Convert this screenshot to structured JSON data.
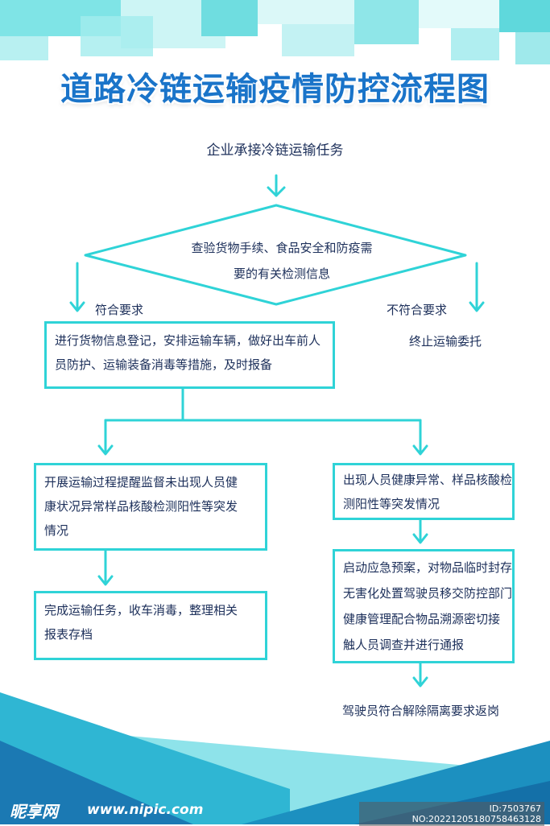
{
  "title": "道路冷链运输疫情防控流程图",
  "colors": {
    "title": "#1a74c9",
    "line": "#2fd3d7",
    "text": "#1c2f5a"
  },
  "flow": {
    "start": "企业承接冷链运输任务",
    "check": {
      "line1": "查验货物手续、食品安全和防疫需",
      "line2": "要的有关检测信息"
    },
    "yes_label": "符合要求",
    "no_label": "不符合要求",
    "terminate": "终止运输委托",
    "register": {
      "line1": "进行货物信息登记，安排运输车辆，做好出车前人",
      "line2": "员防护、运输装备消毒等措施，及时报备"
    },
    "monitor": {
      "line1": "开展运输过程提醒监督未出现人员健",
      "line2": "康状况异常样品核酸检测阳性等突发",
      "line3": "情况"
    },
    "complete": {
      "line1": "完成运输任务，收车消毒，整理相关",
      "line2": "报表存档"
    },
    "abnormal": {
      "line1": "出现人员健康异常、样品核酸检",
      "line2": "测阳性等突发情况"
    },
    "emergency": {
      "line1": "启动应急预案，对物品临时封存",
      "line2": "无害化处置驾驶员移交防控部门",
      "line3": "健康管理配合物品溯源密切接",
      "line4": "触人员调查并进行通报"
    },
    "return": "驾驶员符合解除隔离要求返岗"
  },
  "watermark": {
    "logo": "昵享网",
    "url": "www.nipic.com",
    "id": "ID:7503767 NO:20221205180758463128"
  }
}
